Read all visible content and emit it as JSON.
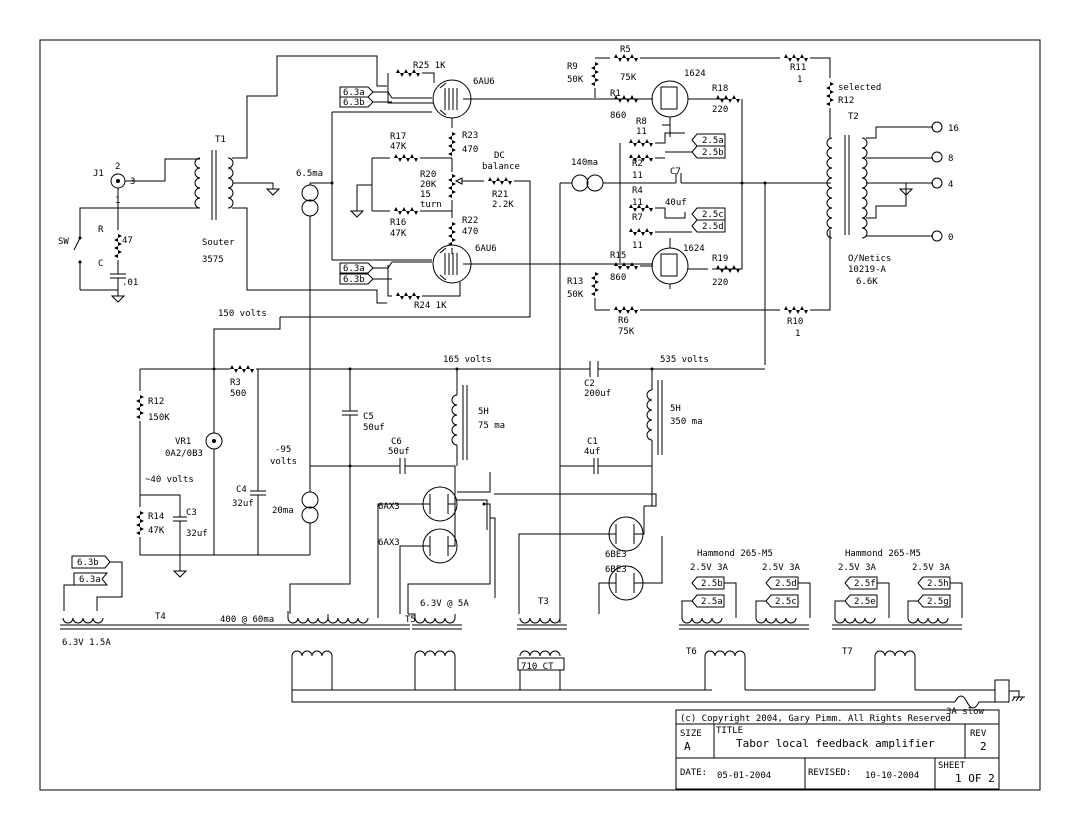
{
  "components": {
    "j1": {
      "ref": "J1",
      "p2": "2",
      "p3": "3",
      "p1": "1"
    },
    "sw": "SW",
    "r_in": {
      "ref": "R",
      "val": "47"
    },
    "c_in": {
      "ref": "C",
      "val": ".01"
    },
    "t1": {
      "ref": "T1",
      "mfr": "Souter",
      "model": "3575"
    },
    "r25": "R25 1K",
    "r24": "R24 1K",
    "tube_6au6_top": "6AU6",
    "tube_6au6_bot": "6AU6",
    "r23": {
      "ref": "R23",
      "val": "470"
    },
    "r22": {
      "ref": "R22",
      "val": "470"
    },
    "r17": {
      "ref": "R17",
      "val": "47K"
    },
    "r16": {
      "ref": "R16",
      "val": "47K"
    },
    "r20": {
      "ref": "R20",
      "val": "20K",
      "note1": "15",
      "note2": "turn"
    },
    "r21": {
      "ref": "R21",
      "val": "2.2K"
    },
    "dc_balance": {
      "l1": "DC",
      "l2": "balance"
    },
    "cs1": "6.5ma",
    "cs2": "20ma",
    "cs3": "140ma",
    "r9": {
      "ref": "R9",
      "val": "50K"
    },
    "r5": {
      "ref": "R5",
      "val": "75K"
    },
    "r1": {
      "ref": "R1",
      "val": "860"
    },
    "r13": {
      "ref": "R13",
      "val": "50K"
    },
    "r15": {
      "ref": "R15",
      "val": "860"
    },
    "r6": {
      "ref": "R6",
      "val": "75K"
    },
    "r8": {
      "ref": "R8",
      "val": "11"
    },
    "r2": {
      "ref": "R2",
      "val": "11"
    },
    "r4": {
      "ref": "R4",
      "val": "11"
    },
    "r7": {
      "ref": "R7",
      "val": "11"
    },
    "c7": {
      "ref": "C7",
      "val": "40uf"
    },
    "tube_1624_top": "1624",
    "tube_1624_bot": "1624",
    "r18": {
      "ref": "R18",
      "val": "220"
    },
    "r19": {
      "ref": "R19",
      "val": "220"
    },
    "r11": {
      "ref": "R11",
      "val": "1"
    },
    "r10": {
      "ref": "R10",
      "val": "1"
    },
    "r12_sel": {
      "l1": "selected",
      "l2": "R12"
    },
    "t2": {
      "ref": "T2",
      "mfr": "O/Netics",
      "model": "10219-A",
      "imp": "6.6K"
    },
    "taps": [
      "16",
      "8",
      "4",
      "0"
    ],
    "v150": "150 volts",
    "v165": "165 volts",
    "v535": "535 volts",
    "vm95": {
      "l1": "-95",
      "l2": "volts"
    },
    "v40": "~40 volts",
    "r3": {
      "ref": "R3",
      "val": "500"
    },
    "r12": {
      "ref": "R12",
      "val": "150K"
    },
    "vr1": {
      "ref": "VR1",
      "val": "0A2/0B3"
    },
    "r14": {
      "ref": "R14",
      "val": "47K"
    },
    "c3": {
      "ref": "C3",
      "val": "32uf"
    },
    "c4": {
      "ref": "C4",
      "val": "32uf"
    },
    "c5": {
      "ref": "C5",
      "val": "50uf"
    },
    "c6": {
      "ref": "C6",
      "val": "50uf"
    },
    "c2": {
      "ref": "C2",
      "val": "200uf"
    },
    "c1": {
      "ref": "C1",
      "val": "4uf"
    },
    "l1": {
      "val": "5H",
      "cur": "75 ma"
    },
    "l2": {
      "val": "5H",
      "cur": "350 ma"
    },
    "tube_6ax3_a": "6AX3",
    "tube_6ax3_b": "6AX3",
    "tube_6be3_a": "6BE3",
    "tube_6be3_b": "6BE3",
    "t4": {
      "ref": "T4",
      "sec1": "6.3V 1.5A",
      "sec2": "400 @ 60ma"
    },
    "t5": {
      "ref": "T5",
      "sec": "6.3V @ 5A"
    },
    "t3": {
      "ref": "T3",
      "sec": "710 CT"
    },
    "t6": {
      "ref": "T6",
      "mfr": "Hammond 265-M5",
      "s1": "2.5V 3A",
      "s2": "2.5V 3A"
    },
    "t7": {
      "ref": "T7",
      "mfr": "Hammond 265-M5",
      "s1": "2.5V 3A",
      "s2": "2.5V 3A"
    },
    "fuse": "3A slow"
  },
  "heater_tags": {
    "a": "6.3a",
    "b": "6.3b",
    "h25a": "2.5a",
    "h25b": "2.5b",
    "h25c": "2.5c",
    "h25d": "2.5d",
    "h25e": "2.5e",
    "h25f": "2.5f",
    "h25g": "2.5g",
    "h25h": "2.5h"
  },
  "title_block": {
    "copyright": "(c) Copyright 2004, Gary Pimm. All Rights Reserved",
    "size_label": "SIZE",
    "size_value": "A",
    "title_label": "TITLE",
    "title_value": "Tabor local feedback amplifier",
    "rev_label": "REV",
    "rev_value": "2",
    "date_label": "DATE:",
    "date_value": "05-01-2004",
    "revised_label": "REVISED:",
    "revised_value": "10-10-2004",
    "sheet_label": "SHEET",
    "sheet_value": "1 OF 2"
  }
}
